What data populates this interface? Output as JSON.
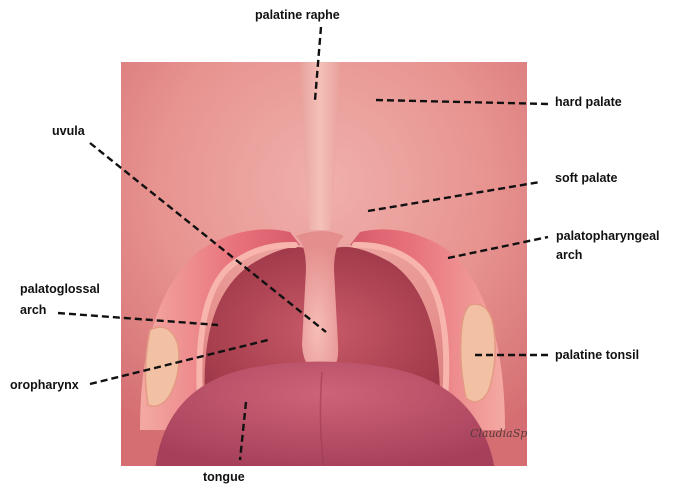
{
  "diagram": {
    "labels": {
      "palatine_raphe": "palatine raphe",
      "hard_palate": "hard palate",
      "uvula": "uvula",
      "soft_palate": "soft palate",
      "palatopharyngeal_arch_line1": "palatopharyngeal",
      "palatopharyngeal_arch_line2": "arch",
      "palatoglossal_arch_line1": "palatoglossal",
      "palatoglossal_arch_line2": "arch",
      "palatine_tonsil": "palatine tonsil",
      "oropharynx": "oropharynx",
      "tongue": "tongue"
    },
    "signature": "ClaudiaSpotti",
    "colors": {
      "palate": "#e08a8a",
      "raphe": "#f0b0a8",
      "arch": "#e86c78",
      "arch_edge": "#f7b5ad",
      "pharynx": "#b94a5a",
      "uvula": "#eea3a0",
      "tonsil": "#f4c2a4",
      "tongue": "#bf5268",
      "leader": "#111111"
    }
  }
}
